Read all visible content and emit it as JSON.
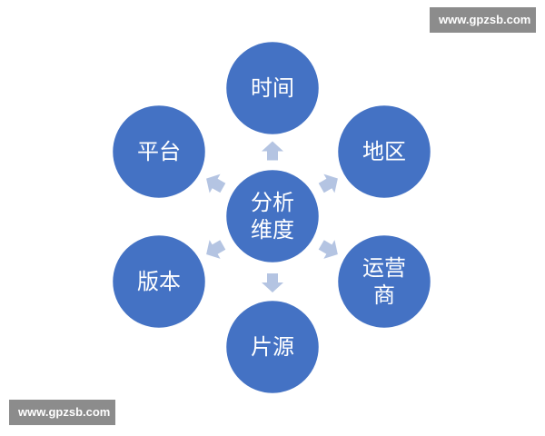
{
  "diagram": {
    "center": {
      "lines": [
        "分析",
        "维度"
      ]
    },
    "nodes": [
      {
        "id": "time",
        "lines": [
          "时间"
        ]
      },
      {
        "id": "region",
        "lines": [
          "地区"
        ]
      },
      {
        "id": "operator",
        "lines": [
          "运营",
          "商"
        ]
      },
      {
        "id": "source",
        "lines": [
          "片源"
        ]
      },
      {
        "id": "version",
        "lines": [
          "版本"
        ]
      },
      {
        "id": "platform",
        "lines": [
          "平台"
        ]
      }
    ],
    "colors": {
      "node_fill": "#4472C4",
      "arrow_fill": "#B4C4E2"
    }
  },
  "watermarks": {
    "top_right": "www.gpzsb.com",
    "bottom_left": "www.gpzsb.com"
  }
}
